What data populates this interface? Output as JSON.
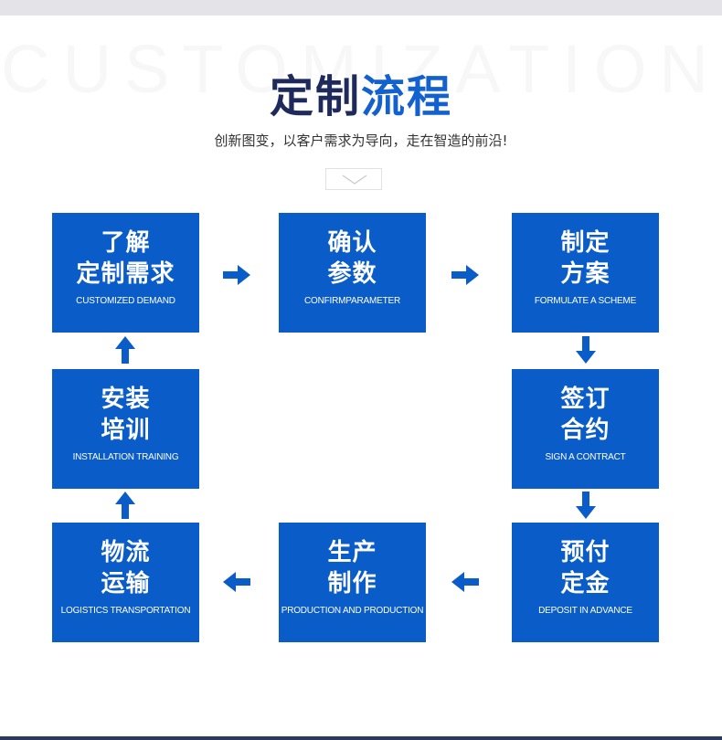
{
  "background_word": "CUSTOMIZATION",
  "title": {
    "part1": "定制",
    "part2": "流程"
  },
  "subtitle": "创新图变，以客户需求为导向，走在智造的前沿!",
  "steps": [
    {
      "cn1": "了解",
      "cn2": "定制需求",
      "en": "CUSTOMIZED DEMAND"
    },
    {
      "cn1": "确认",
      "cn2": "参数",
      "en": "CONFIRMPARAMETER"
    },
    {
      "cn1": "制定",
      "cn2": "方案",
      "en": "FORMULATE A SCHEME"
    },
    {
      "cn1": "签订",
      "cn2": "合约",
      "en": "SIGN A CONTRACT"
    },
    {
      "cn1": "预付",
      "cn2": "定金",
      "en": "DEPOSIT IN ADVANCE"
    },
    {
      "cn1": "生产",
      "cn2": "制作",
      "en": "PRODUCTION AND PRODUCTION"
    },
    {
      "cn1": "物流",
      "cn2": "运输",
      "en": "LOGISTICS TRANSPORTATION"
    },
    {
      "cn1": "安装",
      "cn2": "培训",
      "en": "INSTALLATION TRAINING"
    }
  ],
  "colors": {
    "step_fill": "#0a5cc8",
    "arrow": "#0a5cc8",
    "title_dark": "#1f2a5c",
    "title_blue": "#1360cf"
  },
  "icons": {
    "scroll_hint": "chevron-down-icon",
    "flow_arrow": "arrow-icon"
  }
}
